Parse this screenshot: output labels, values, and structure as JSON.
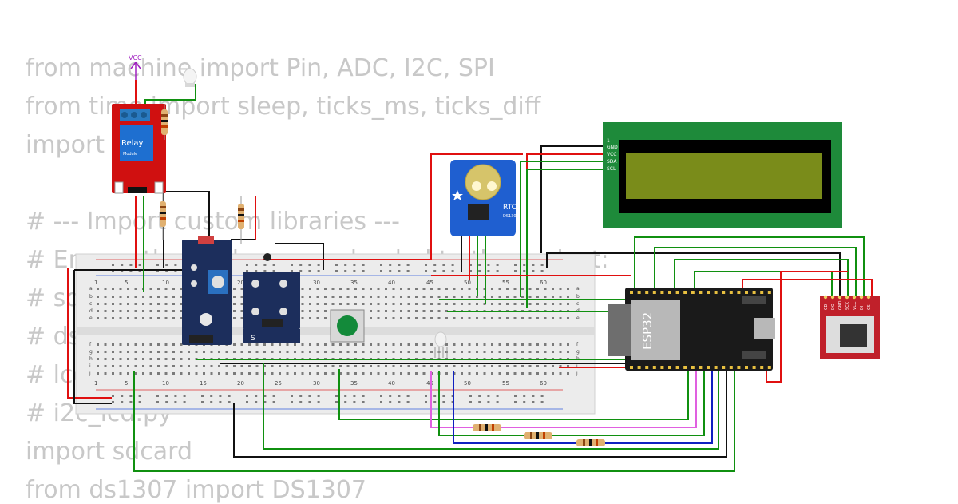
{
  "code_lines": [
    "from machine import Pin, ADC, I2C, SPI",
    "from time import sleep, ticks_ms, ticks_diff",
    "import",
    "",
    "# --- Import custom libraries ---",
    "# Ensure these files are uploaded to the project:",
    "# sd",
    "# ds",
    "# lcd",
    "# i2c_lcd.py",
    "import sdcard",
    "from ds1307 import DS1307"
  ],
  "labels": {
    "vcc": "VCC",
    "relay": "Relay",
    "relay_sub": "Module",
    "rtc": "RTC",
    "rtc_sub": "DS1307",
    "esp32": "ESP32",
    "lcd_pins": [
      "1",
      "GND",
      "VCC",
      "SDA",
      "SCL"
    ],
    "sd_pins": [
      "CD",
      "DO",
      "GND",
      "SCK",
      "VCC",
      "DI",
      "CS"
    ],
    "breadboard_cols": [
      "1",
      "5",
      "10",
      "15",
      "20",
      "25",
      "30",
      "35",
      "40",
      "45",
      "50",
      "55",
      "60"
    ],
    "breadboard_rows_top": [
      "a",
      "b",
      "c",
      "d",
      "e"
    ],
    "breadboard_rows_bottom": [
      "f",
      "g",
      "h",
      "i",
      "j"
    ]
  },
  "colors": {
    "wire_red": "#e01010",
    "wire_black": "#111111",
    "wire_green": "#109010",
    "wire_blue": "#1020c0",
    "wire_pink": "#e060e0",
    "relay_red": "#d01010",
    "lcd_green": "#1e8a3a",
    "lcd_screen": "#7a8c1a",
    "esp_black": "#1a1a1a",
    "sensor_blue": "#1c2e5c",
    "rtc_blue": "#1f5fd0",
    "sd_red": "#c0202a"
  }
}
